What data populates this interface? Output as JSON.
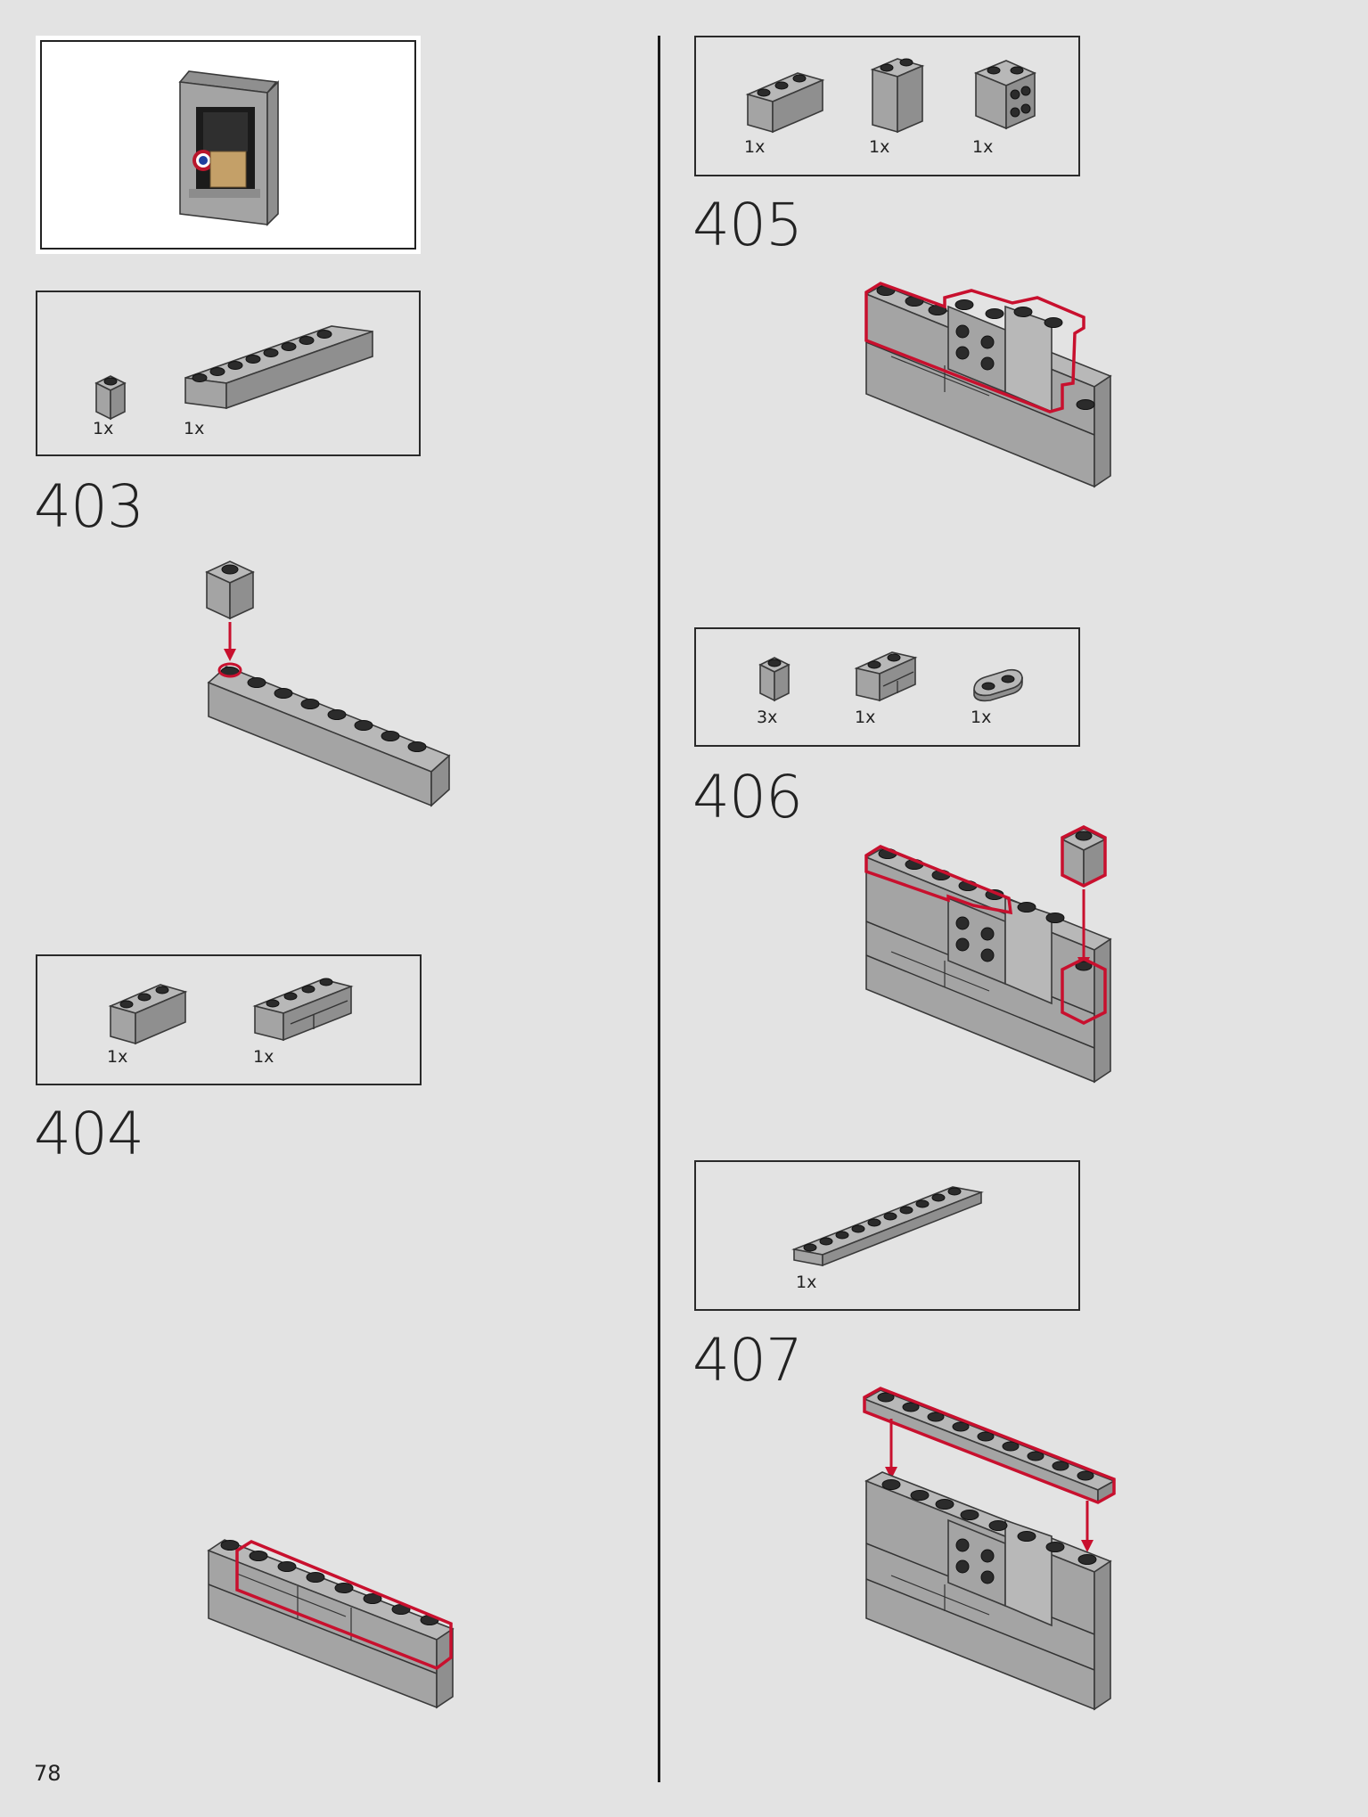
{
  "page": {
    "number": "78"
  },
  "steps": [
    {
      "number": "403",
      "parts": [
        {
          "qty": "1x",
          "icon": "brick-1x1-icon"
        },
        {
          "qty": "1x",
          "icon": "brick-1x8-icon"
        }
      ]
    },
    {
      "number": "404",
      "parts": [
        {
          "qty": "1x",
          "icon": "brick-1x3-icon"
        },
        {
          "qty": "1x",
          "icon": "masonry-brick-1x4-icon"
        }
      ]
    },
    {
      "number": "405",
      "parts": [
        {
          "qty": "1x",
          "icon": "brick-1x3-icon"
        },
        {
          "qty": "1x",
          "icon": "panel-1x2-icon"
        },
        {
          "qty": "1x",
          "icon": "brick-2x2-icon"
        }
      ]
    },
    {
      "number": "406",
      "parts": [
        {
          "qty": "3x",
          "icon": "brick-1x1-icon"
        },
        {
          "qty": "1x",
          "icon": "masonry-brick-1x2-icon"
        },
        {
          "qty": "1x",
          "icon": "plate-1x2-round-icon"
        }
      ]
    },
    {
      "number": "407",
      "parts": [
        {
          "qty": "1x",
          "icon": "plate-1x10-icon"
        }
      ]
    }
  ],
  "colors": {
    "background": "#e3e3e3",
    "highlight": "#c8102e",
    "brick": "#a4a4a4",
    "stud": "#2b2b2b"
  }
}
